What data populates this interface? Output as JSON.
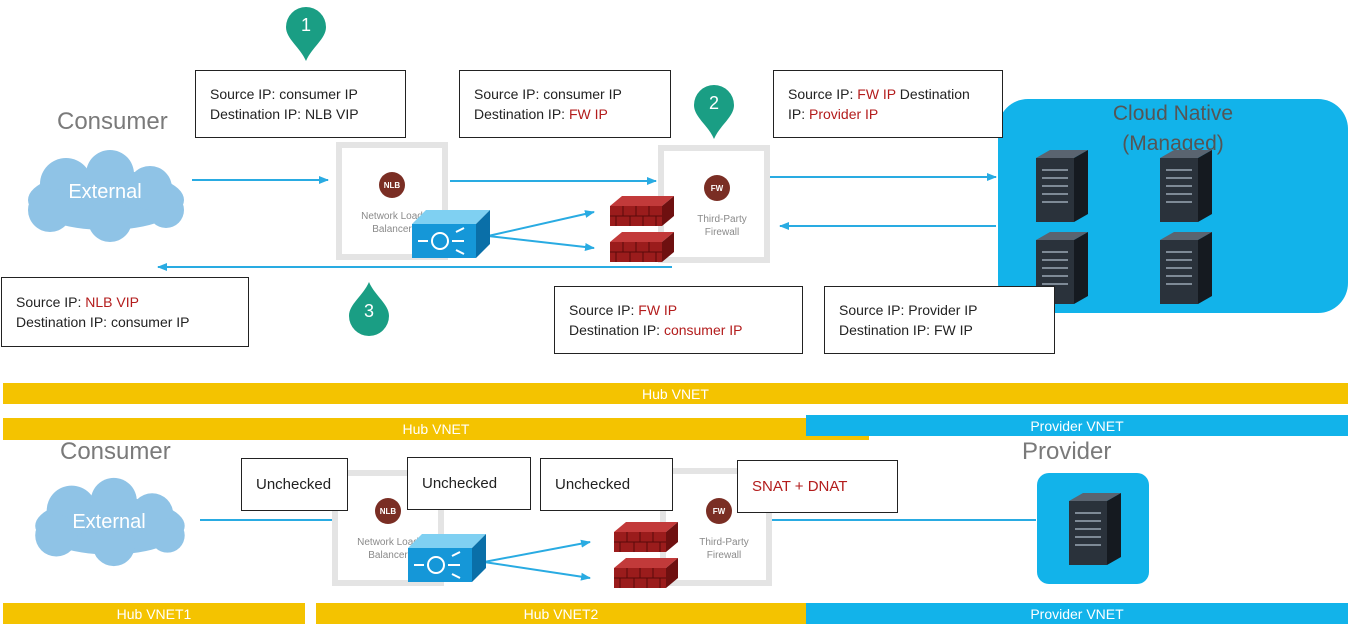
{
  "top": {
    "consumer_label": "Consumer",
    "external_label": "External",
    "nlb": {
      "badge": "NLB",
      "line1": "Network Load",
      "line2": "Balancer"
    },
    "fw": {
      "badge": "FW",
      "line1": "Third-Party",
      "line2": "Firewall"
    },
    "cloud_native": {
      "line1": "Cloud Native",
      "line2": "(Managed)"
    },
    "markers": [
      "1",
      "2",
      "3"
    ],
    "boxes": {
      "b1": {
        "l1": "Source IP: consumer IP",
        "l2": "Destination IP: NLB VIP"
      },
      "b2": {
        "l1": "Source IP: consumer IP",
        "l2a": "Destination IP: ",
        "l2b": "FW IP"
      },
      "b3": {
        "p1": "Source IP: ",
        "p2": "FW IP",
        "p3": " Destination IP: ",
        "p4": "Provider IP"
      },
      "b4": {
        "l1a": "Source IP: ",
        "l1b": "NLB VIP",
        "l2": "Destination IP: consumer IP"
      },
      "b5": {
        "l1a": "Source IP: ",
        "l1b": "FW IP",
        "l2a": "Destination IP: ",
        "l2b": "consumer IP"
      },
      "b6": {
        "l1": "Source IP: Provider IP",
        "l2": "Destination IP: FW IP"
      }
    }
  },
  "bars": {
    "hub_vnet_full": "Hub VNET",
    "hub_vnet_mid": "Hub VNET",
    "provider_vnet_mid": "Provider VNET",
    "hub_vnet1": "Hub VNET1",
    "hub_vnet2": "Hub VNET2",
    "provider_vnet_bottom": "Provider VNET"
  },
  "bottom": {
    "consumer_label": "Consumer",
    "external_label": "External",
    "provider_label": "Provider",
    "nlb": {
      "badge": "NLB",
      "line1": "Network Load",
      "line2": "Balancer"
    },
    "fw": {
      "badge": "FW",
      "line1": "Third-Party",
      "line2": "Firewall"
    },
    "unchecked1": "Unchecked",
    "unchecked2": "Unchecked",
    "unchecked3": "Unchecked",
    "snat": "SNAT + DNAT"
  },
  "colors": {
    "flow_line": "#29abe2",
    "marker": "#1a9e84",
    "hub_bar": "#f4c300",
    "provider_bar": "#12b3ea",
    "highlight_text": "#b31c1c"
  }
}
